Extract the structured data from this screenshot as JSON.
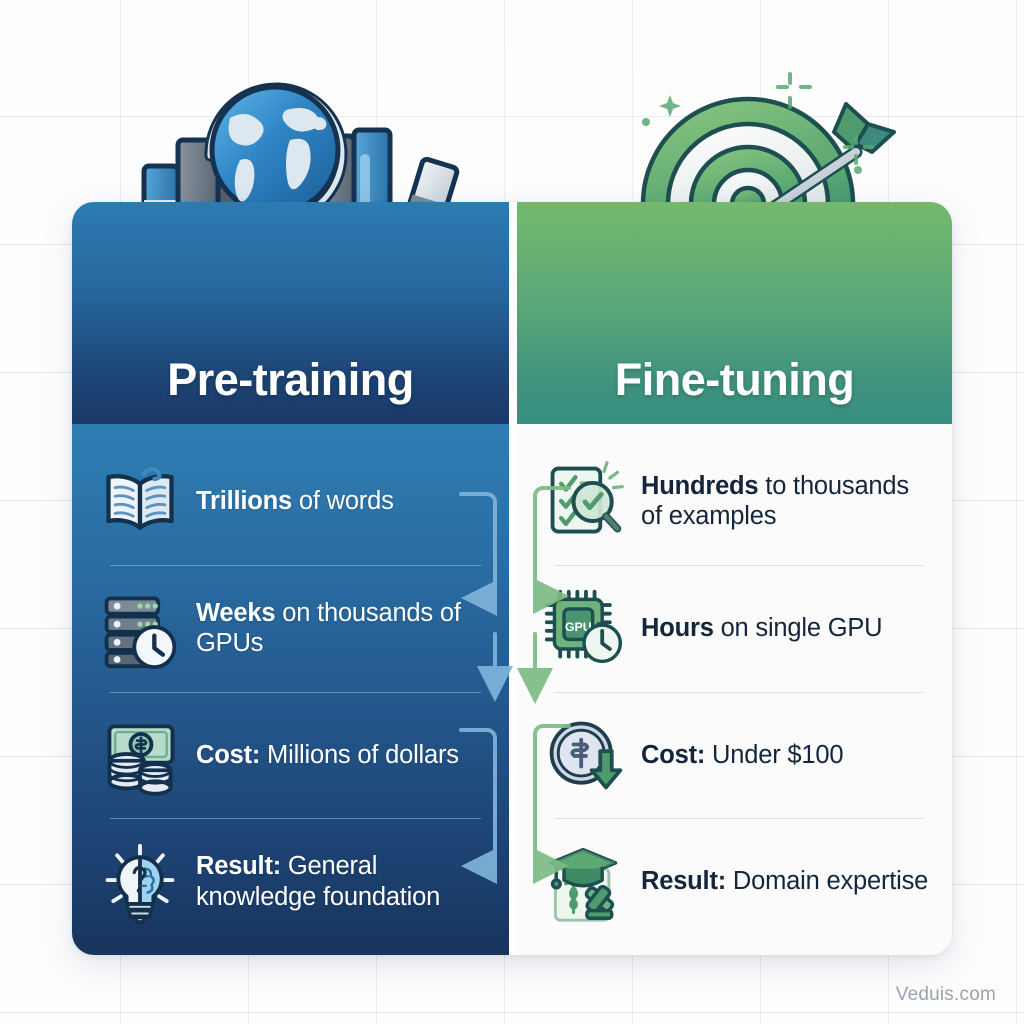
{
  "background": {
    "grid_color": "#c8ced6",
    "page_color": "#fdfdfe"
  },
  "illustrations": {
    "left": {
      "name": "globe-on-books-illustration",
      "description": "Globe on a stack of books",
      "colors": {
        "globe": "#2f84c4",
        "books_dark": "#6c7683",
        "books_blue": "#3f86bd",
        "outline": "#14324f"
      }
    },
    "right": {
      "name": "target-with-arrow-illustration",
      "description": "Dartboard target hit by an arrow with sparkles",
      "colors": {
        "ring_green": "#6cae6b",
        "ring_teal": "#3d8d7c",
        "outline": "#1d4f51",
        "arrow_shaft": "#c3cdd6"
      }
    }
  },
  "card": {
    "accent_blue": "#1d4576",
    "accent_green": "#40937f",
    "columns": [
      {
        "id": "pre-training",
        "title": "Pre-training",
        "theme": "blue",
        "header_gradient": [
          "#2b7cb2",
          "#1a3968"
        ],
        "body_gradient": [
          "#2e7db3",
          "#17355d"
        ],
        "rows": [
          {
            "icon": "open-book-icon",
            "bold": "Trillions",
            "rest": " of words",
            "lines": [
              "Trillions of words"
            ]
          },
          {
            "icon": "server-rack-clock-icon",
            "bold": "Weeks",
            "rest": " on thousands of GPUs",
            "lines": [
              "Weeks on",
              "thousands of GPUs"
            ]
          },
          {
            "icon": "money-cash-coins-icon",
            "bold": "Cost:",
            "rest": " Millions of dollars",
            "lines": [
              "Cost: Millions",
              "of dollars"
            ]
          },
          {
            "icon": "lightbulb-brain-icon",
            "bold": "Result:",
            "rest": " General knowledge foundation",
            "lines": [
              "Result: General",
              "knowledge",
              "foundation"
            ]
          }
        ]
      },
      {
        "id": "fine-tuning",
        "title": "Fine-tuning",
        "theme": "green",
        "header_gradient": [
          "#74b96c",
          "#389080"
        ],
        "body_color": "#fafbfa",
        "rows": [
          {
            "icon": "checklist-magnifier-icon",
            "bold": "Hundreds",
            "rest": " to thousands of examples",
            "lines": [
              "Hundreds to",
              "thousands",
              "of examples"
            ]
          },
          {
            "icon": "gpu-chip-stopwatch-icon",
            "icon_label": "GPU",
            "bold": "Hours",
            "rest": " on single GPU",
            "lines": [
              "Hours on",
              "single GPU"
            ]
          },
          {
            "icon": "coin-down-arrow-icon",
            "bold": "Cost:",
            "rest": " Under $100",
            "lines": [
              "Cost: Under $100"
            ]
          },
          {
            "icon": "graduation-cap-expertise-icon",
            "bold": "Result:",
            "rest": " Domain expertise",
            "lines": [
              "Result: Domain",
              "expertise"
            ]
          }
        ]
      }
    ]
  },
  "connectors": {
    "left_arrow_color": "#7fb3da",
    "right_arrow_color": "#7cbb85",
    "description": "Bracket arrows linking the pre-training column rows down into the fine-tuning column rows"
  },
  "watermark": {
    "text": "Veduis.com",
    "color": "#9aa3ad"
  }
}
